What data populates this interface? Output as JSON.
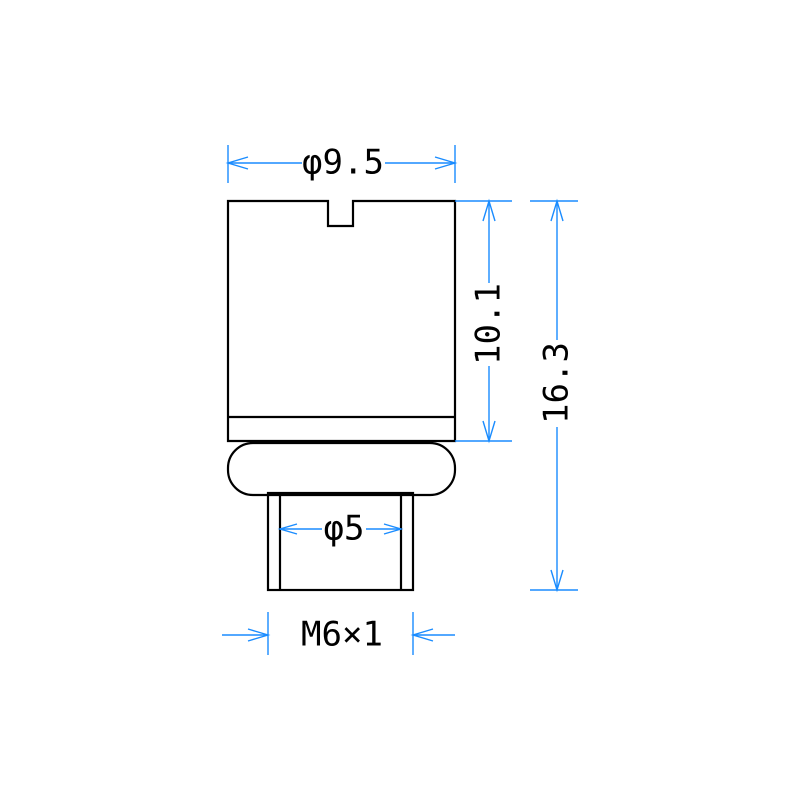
{
  "dimensions": {
    "head_diameter": "φ9.5",
    "head_height": "10.1",
    "overall_length": "16.3",
    "shank_diameter": "φ5",
    "thread": "M6×1"
  },
  "colors": {
    "outline": "#000000",
    "dimension_lines": "#1a8cff",
    "background": "#ffffff"
  }
}
